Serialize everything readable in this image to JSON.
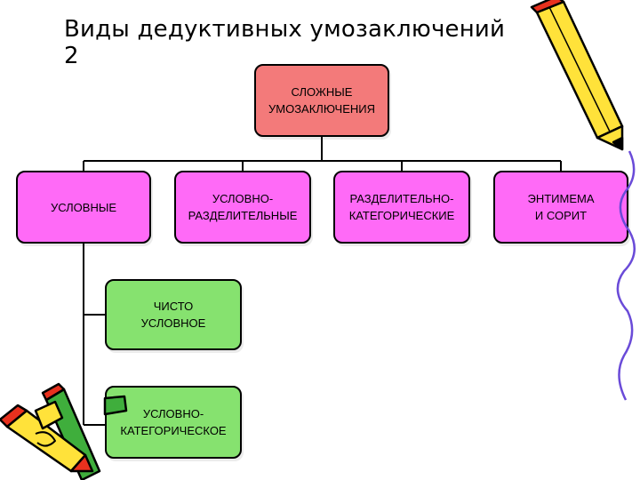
{
  "title": "Виды дедуктивных умозаключений 2",
  "nodes": {
    "root": "СЛОЖНЫЕ\nУМОЗАКЛЮЧЕНИЯ",
    "conditional": "УСЛОВНЫЕ",
    "conditional_disjunctive": "УСЛОВНО-\nРАЗДЕЛИТЕЛЬНЫЕ",
    "disjunctive_categorical": "РАЗДЕЛИТЕЛЬНО-\nКАТЕГОРИЧЕСКИЕ",
    "enthymeme_sorites": "ЭНТИМЕМА\nИ СОРИТ",
    "purely_conditional": "ЧИСТО\nУСЛОВНОЕ",
    "conditional_categorical": "УСЛОВНО-\nКАТЕГОРИЧЕСКОЕ"
  },
  "colors": {
    "root": "#f37a7a",
    "category": "#ff6af7",
    "subcategory": "#86e26f",
    "pencil_yellow": "#ffe23a",
    "pencil_red": "#e8311e",
    "pencil_green": "#3fae3c"
  },
  "decorations": [
    "pencil-top-right",
    "pencils-bottom-left",
    "wavy-line-right"
  ]
}
